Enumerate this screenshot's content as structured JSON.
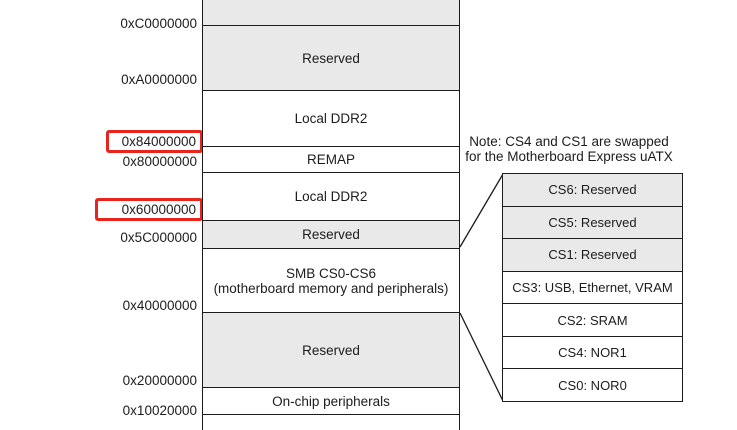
{
  "memory_map": {
    "address_labels": [
      {
        "text": "0xC0000000",
        "highlighted": false
      },
      {
        "text": "0xA0000000",
        "highlighted": false
      },
      {
        "text": "0x84000000",
        "highlighted": true
      },
      {
        "text": "0x80000000",
        "highlighted": false
      },
      {
        "text": "0x60000000",
        "highlighted": true
      },
      {
        "text": "0x5C000000",
        "highlighted": false
      },
      {
        "text": "0x40000000",
        "highlighted": false
      },
      {
        "text": "0x20000000",
        "highlighted": false
      },
      {
        "text": "0x10020000",
        "highlighted": false
      }
    ],
    "regions": [
      {
        "label": "",
        "shaded": true
      },
      {
        "label": "Reserved",
        "shaded": true
      },
      {
        "label": "Local DDR2",
        "shaded": false
      },
      {
        "label": "REMAP",
        "shaded": false
      },
      {
        "label": "Local DDR2",
        "shaded": false
      },
      {
        "label": "Reserved",
        "shaded": true
      },
      {
        "label": "SMB CS0-CS6",
        "sublabel": "(motherboard memory and peripherals)",
        "shaded": false
      },
      {
        "label": "Reserved",
        "shaded": true
      },
      {
        "label": "On-chip peripherals",
        "shaded": false
      },
      {
        "label": "",
        "shaded": false
      }
    ],
    "note": {
      "line1": "Note: CS4 and CS1 are swapped",
      "line2": "for the Motherboard Express uATX"
    },
    "chip_select_box": {
      "rows": [
        {
          "label": "CS6: Reserved",
          "shaded": true
        },
        {
          "label": "CS5: Reserved",
          "shaded": true
        },
        {
          "label": "CS1: Reserved",
          "shaded": true
        },
        {
          "label": "CS3: USB, Ethernet, VRAM",
          "shaded": false
        },
        {
          "label": "CS2: SRAM",
          "shaded": false
        },
        {
          "label": "CS4: NOR1",
          "shaded": false
        },
        {
          "label": "CS0: NOR0",
          "shaded": false
        }
      ]
    },
    "colors": {
      "shaded_fill": "#e9e9e9",
      "highlight_border": "#e8241f",
      "line": "#1c1c1c",
      "background": "#ffffff"
    }
  }
}
